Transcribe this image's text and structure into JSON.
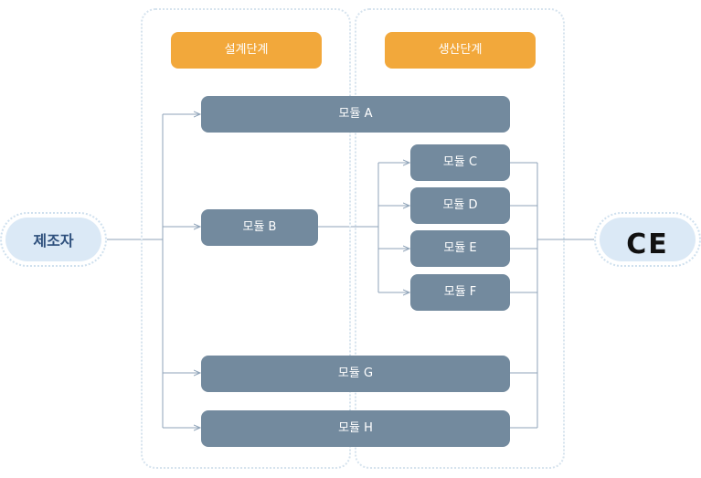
{
  "manufacturer": "제조자",
  "phases": {
    "design": "설계단계",
    "production": "생산단계"
  },
  "modules": {
    "a": "모듈 A",
    "b": "모듈 B",
    "c": "모듈 C",
    "d": "모듈 D",
    "e": "모듈 E",
    "f": "모듈 F",
    "g": "모듈 G",
    "h": "모듈 H"
  },
  "mark": "CE",
  "colors": {
    "phase_label": "#f2a83b",
    "module": "#738a9e",
    "connector": "#8fa3b8",
    "manufacturer_text": "#2d4f7c",
    "pill_fill": "#dbe9f6"
  }
}
